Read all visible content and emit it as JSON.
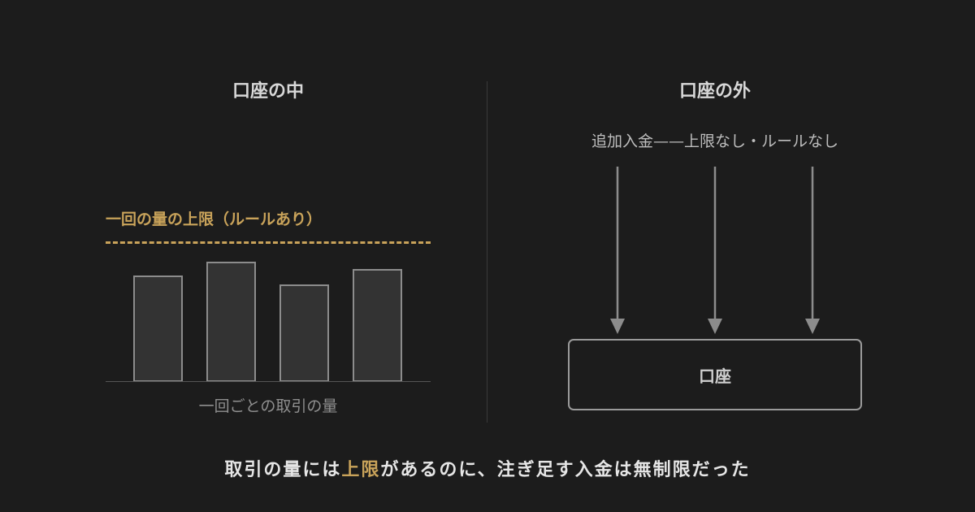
{
  "left_panel": {
    "title": "口座の中",
    "limit_label": "一回の量の上限（ルールあり）",
    "x_label": "一回ごとの取引の量",
    "bars": [
      0.76,
      0.86,
      0.7,
      0.81
    ]
  },
  "right_panel": {
    "title": "口座の外",
    "deposit_label": "追加入金——上限なし・ルールなし",
    "account_label": "口座"
  },
  "caption": {
    "before": "取引の量には",
    "highlight": "上限",
    "after": "があるのに、注ぎ足す入金は無制限だった"
  },
  "colors": {
    "background": "#1c1c1c",
    "accent": "#c9a35a",
    "line": "#8c8c8c"
  }
}
